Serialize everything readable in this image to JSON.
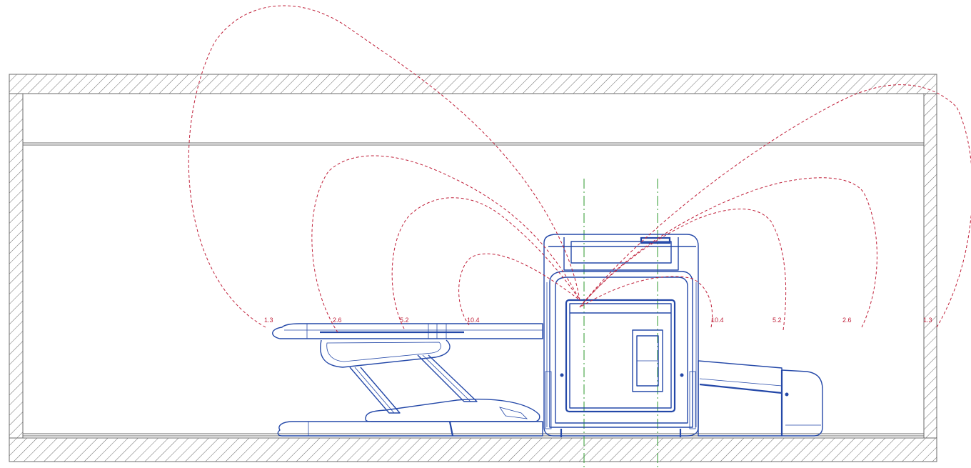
{
  "drawing": {
    "type": "magnetic fringe field diagram",
    "colors": {
      "field_lines": "#c0203a",
      "labels": "#c0203a",
      "equipment": "#2448a8",
      "walls": "#6b6b6b",
      "centerlines": "#2e9a2e",
      "background": "#ffffff"
    },
    "left_labels": [
      "1.3",
      "2.6",
      "5.2",
      "10.4"
    ],
    "right_labels": [
      "10.4",
      "5.2",
      "2.6",
      "1.3"
    ],
    "equipment": [
      "patient-table",
      "mri-magnet",
      "rear-cabinet"
    ]
  }
}
